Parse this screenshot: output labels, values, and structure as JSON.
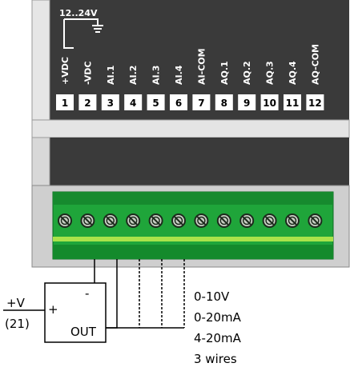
{
  "module": {
    "supply_range": "12..24V",
    "terminals": [
      {
        "label": "+VDC",
        "number": "1"
      },
      {
        "label": "-VDC",
        "number": "2"
      },
      {
        "label": "AI.1",
        "number": "3"
      },
      {
        "label": "AI.2",
        "number": "4"
      },
      {
        "label": "AI.3",
        "number": "5"
      },
      {
        "label": "AI.4",
        "number": "6"
      },
      {
        "label": "AI-COM",
        "number": "7"
      },
      {
        "label": "AQ.1",
        "number": "8"
      },
      {
        "label": "AQ.2",
        "number": "9"
      },
      {
        "label": "AQ.3",
        "number": "10"
      },
      {
        "label": "AQ.4",
        "number": "11"
      },
      {
        "label": "AQ-COM",
        "number": "12"
      }
    ]
  },
  "sensor": {
    "supply_label": "+V",
    "supply_ref": "(21)",
    "plus_sign": "+",
    "minus_sign": "-",
    "out_label": "OUT"
  },
  "signal_notes": [
    "0-10V",
    "0-20mA",
    "4-20mA",
    "3 wires"
  ],
  "colors": {
    "housing": "#3a3a3a",
    "terminal_block": "#1fa53a",
    "terminal_highlight": "#a9e34a"
  }
}
